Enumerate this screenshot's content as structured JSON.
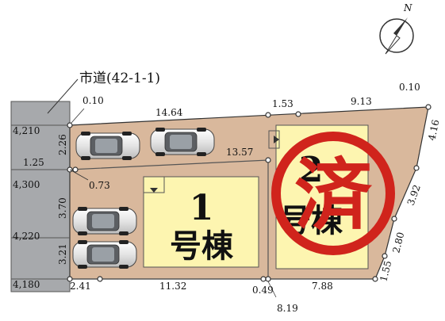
{
  "road_label": "市道(42-1-1)",
  "compass": {
    "north_label": "N"
  },
  "buildings": [
    {
      "number": "1",
      "suffix": "号棟",
      "status": ""
    },
    {
      "number": "2",
      "suffix": "号棟",
      "status": "済"
    }
  ],
  "road_widths": [
    "4,210",
    "4,300",
    "4,220",
    "4,180"
  ],
  "dimensions": {
    "top_left_corner": "0.10",
    "top_a": "14.64",
    "top_b": "1.53",
    "top_c": "9.13",
    "top_right_corner": "0.10",
    "right_a": "4.16",
    "right_b": "3.92",
    "right_c": "2.80",
    "right_d": "1.55",
    "bottom_a": "7.88",
    "bottom_b": "0.49",
    "bottom_c": "8.19",
    "bottom_d": "11.32",
    "bottom_e": "2.41",
    "left_a": "2.26",
    "left_b": "1.25",
    "left_c": "0.73",
    "left_d": "3.70",
    "left_e": "3.21",
    "inner": "13.57"
  },
  "colors": {
    "lot": "#d9b89c",
    "building": "#fdf5b0",
    "road": "#a7a9ac",
    "stamp": "#d0241c"
  }
}
